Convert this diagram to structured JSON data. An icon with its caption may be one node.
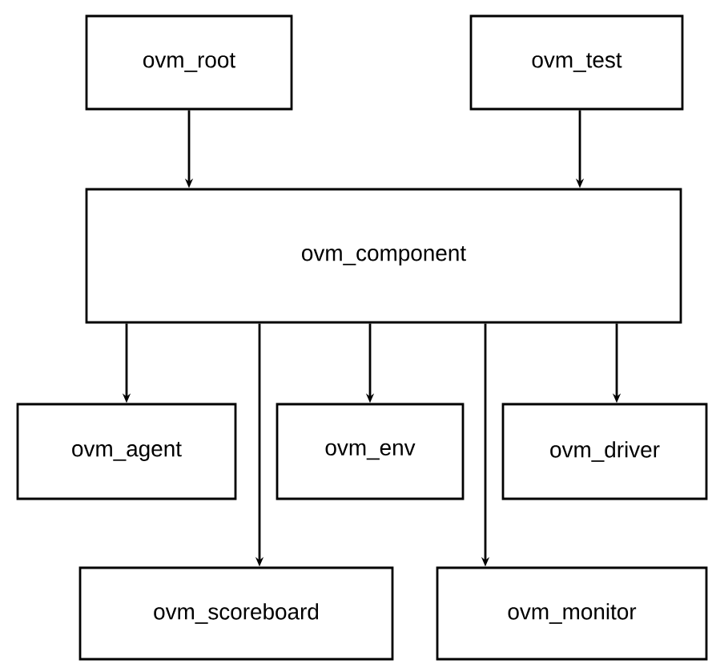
{
  "diagram": {
    "nodes": [
      {
        "text": [
          "ovm_root"
        ]
      },
      {
        "text": [
          "ovm_test"
        ]
      },
      {
        "text": [
          "ovm_component"
        ]
      },
      {
        "text": [
          "ovm_agent"
        ]
      },
      {
        "text": [
          "ovm_env"
        ]
      },
      {
        "text": [
          "ovm_driver"
        ]
      },
      {
        "text": [
          "ovm_scoreboard"
        ]
      },
      {
        "text": [
          "ovm_monitor"
        ]
      }
    ],
    "edges": [
      {
        "from": 0,
        "to": 2,
        "arrow": "to"
      },
      {
        "from": 1,
        "to": 2,
        "arrow": "to"
      },
      {
        "from": 2,
        "to": 3,
        "arrow": "to"
      },
      {
        "from": 2,
        "to": 6,
        "arrow": "to"
      },
      {
        "from": 2,
        "to": 4,
        "arrow": "to"
      },
      {
        "from": 2,
        "to": 7,
        "arrow": "to"
      },
      {
        "from": 2,
        "to": 5,
        "arrow": "to"
      }
    ]
  }
}
